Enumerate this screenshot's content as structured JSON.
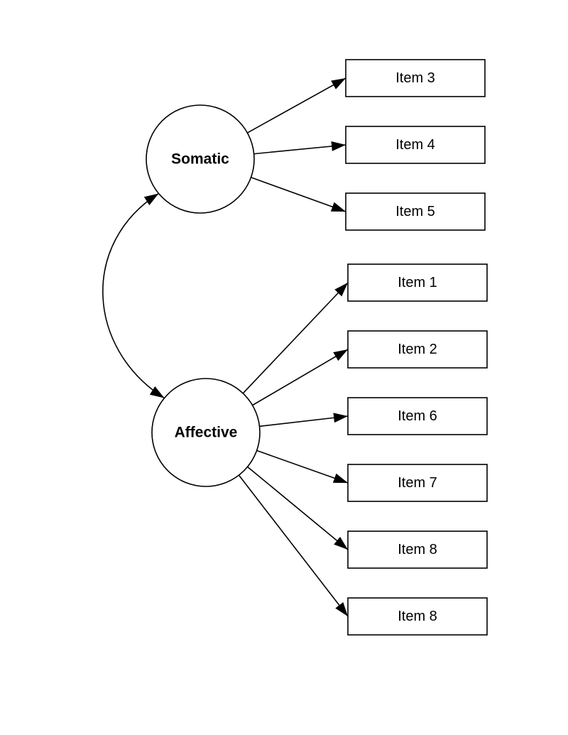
{
  "factors": [
    {
      "id": "somatic",
      "label": "Somatic"
    },
    {
      "id": "affective",
      "label": "Affective"
    }
  ],
  "items": [
    {
      "id": "item3",
      "label": "Item 3",
      "factor": "somatic"
    },
    {
      "id": "item4",
      "label": "Item 4",
      "factor": "somatic"
    },
    {
      "id": "item5",
      "label": "Item 5",
      "factor": "somatic"
    },
    {
      "id": "item1",
      "label": "Item 1",
      "factor": "affective"
    },
    {
      "id": "item2",
      "label": "Item 2",
      "factor": "affective"
    },
    {
      "id": "item6",
      "label": "Item 6",
      "factor": "affective"
    },
    {
      "id": "item7",
      "label": "Item 7",
      "factor": "affective"
    },
    {
      "id": "item8a",
      "label": "Item 8",
      "factor": "affective"
    },
    {
      "id": "item8b",
      "label": "Item 8",
      "factor": "affective"
    }
  ],
  "covariances": [
    {
      "from": "somatic",
      "to": "affective",
      "bidirectional": true
    }
  ]
}
